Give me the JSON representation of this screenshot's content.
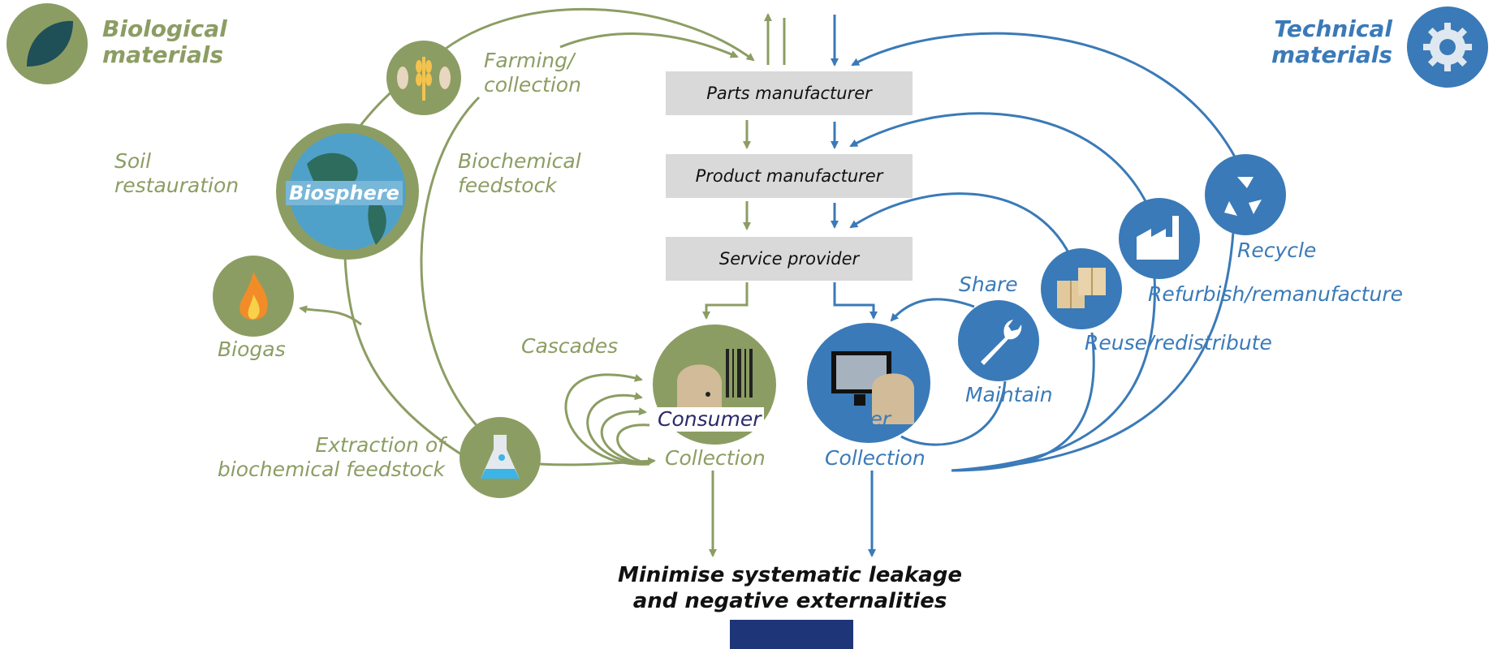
{
  "headers": {
    "biological": "Biological\nmaterials",
    "technical": "Technical\nmaterials"
  },
  "chain": {
    "parts": "Parts manufacturer",
    "product": "Product manufacturer",
    "service": "Service provider"
  },
  "biological": {
    "farming": "Farming/\ncollection",
    "biochemical_feedstock": "Biochemical\nfeedstock",
    "soil": "Soil\nrestauration",
    "biosphere": "Biosphere",
    "biogas": "Biogas",
    "cascades": "Cascades",
    "consumer": "Consumer",
    "collection": "Collection",
    "extraction": "Extraction of\nbiochemical feedstock"
  },
  "technical": {
    "share": "Share",
    "maintain": "Maintain",
    "user": "User",
    "collection": "Collection",
    "reuse": "Reuse/redistribute",
    "refurbish": "Refurbish/remanufacture",
    "recycle": "Recycle"
  },
  "outcome": "Minimise systematic leakage\nand negative externalities",
  "colors": {
    "bio": "#8c9d63",
    "tech": "#3a7ab8",
    "bio_dark": "#5b6e3a",
    "box": "#d9d9d9",
    "flag": "#1e3577"
  },
  "icons": [
    "leaf-icon",
    "gear-icon",
    "wheat-fish-icon",
    "globe-icon",
    "flame-icon",
    "flask-icon",
    "barcode-icon",
    "computer-icon",
    "wrench-icon",
    "boxes-icon",
    "factory-icon",
    "recycle-icon"
  ]
}
